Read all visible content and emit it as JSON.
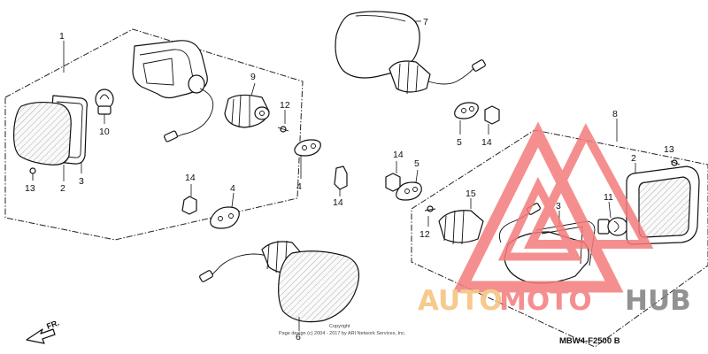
{
  "parts": {
    "p1": "1",
    "p2_left": "2",
    "p2_right": "2",
    "p3_left": "3",
    "p3_right": "3",
    "p4_left": "4",
    "p4_mid": "4",
    "p5_left": "5",
    "p5_right": "5",
    "p6": "6",
    "p7": "7",
    "p8": "8",
    "p9": "9",
    "p10": "10",
    "p11": "11",
    "p12_left": "12",
    "p12_right": "12",
    "p13_left": "13",
    "p13_right": "13",
    "p14_a": "14",
    "p14_b": "14",
    "p14_c": "14",
    "p14_d": "14",
    "p15": "15"
  },
  "direction_label": "FR.",
  "diagram_code": "MBW4-F2500 B",
  "copyright": {
    "line1": "Copyright",
    "line2": "Page design (c) 2004 - 2017 by ARI Network Services, Inc."
  },
  "watermark": {
    "part_a": "AUTO",
    "part_b": "MOTO",
    "part_c": "HUB",
    "color_orange": "#f5c07a",
    "color_red": "#f47c7c",
    "color_gray": "#7f7f7f"
  }
}
